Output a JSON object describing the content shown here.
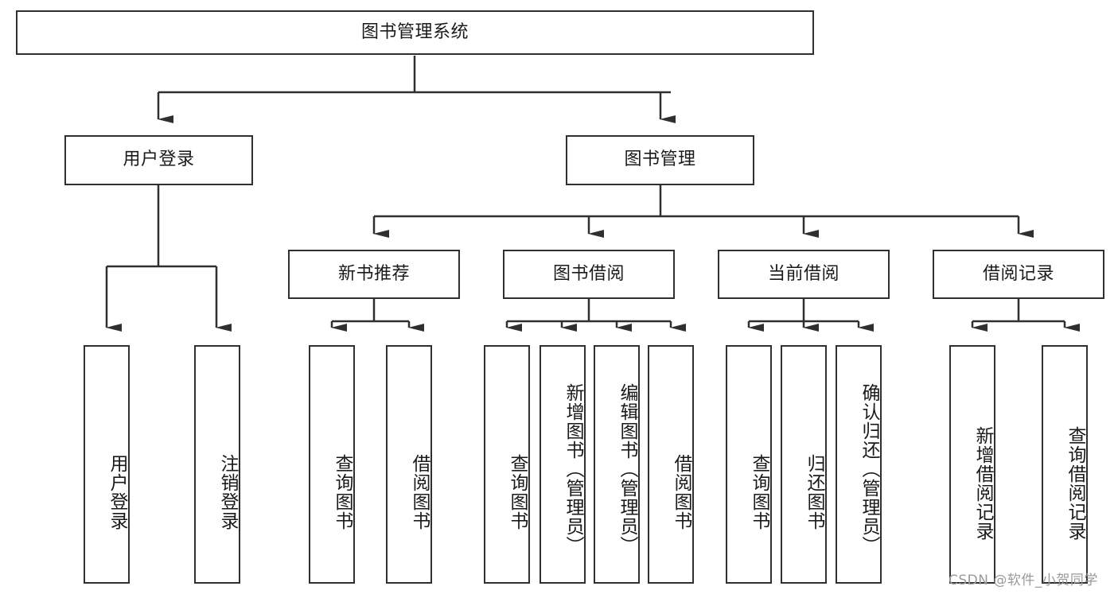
{
  "diagram": {
    "type": "tree",
    "title": "图书管理系统",
    "orientation": "top-down",
    "colors": {
      "box_border": "#2f2f2f",
      "box_fill": "#ffffff",
      "edge": "#2f2f2f",
      "text": "#1a1a1a",
      "watermark": "#9a9a9a",
      "background": "#ffffff"
    },
    "root": {
      "label": "图书管理系统"
    },
    "level2": [
      {
        "label": "用户登录"
      },
      {
        "label": "图书管理"
      }
    ],
    "level3": [
      {
        "label": "新书推荐"
      },
      {
        "label": "图书借阅"
      },
      {
        "label": "当前借阅"
      },
      {
        "label": "借阅记录"
      }
    ],
    "leaves": {
      "user_login": [
        {
          "label": "用户登录"
        },
        {
          "label": "注销登录"
        }
      ],
      "new_book": [
        {
          "label": "查询图书"
        },
        {
          "label": "借阅图书"
        }
      ],
      "book_borrow": [
        {
          "label": "查询图书"
        },
        {
          "label": "新增图书（管理员）"
        },
        {
          "label": "编辑图书（管理员）"
        },
        {
          "label": "借阅图书"
        }
      ],
      "current_borrow": [
        {
          "label": "查询图书"
        },
        {
          "label": "归还图书"
        },
        {
          "label": "确认归还（管理员）"
        }
      ],
      "borrow_record": [
        {
          "label": "新增借阅记录"
        },
        {
          "label": "查询借阅记录"
        }
      ]
    }
  },
  "watermark": {
    "text": "CSDN @软件_小贺同学"
  }
}
